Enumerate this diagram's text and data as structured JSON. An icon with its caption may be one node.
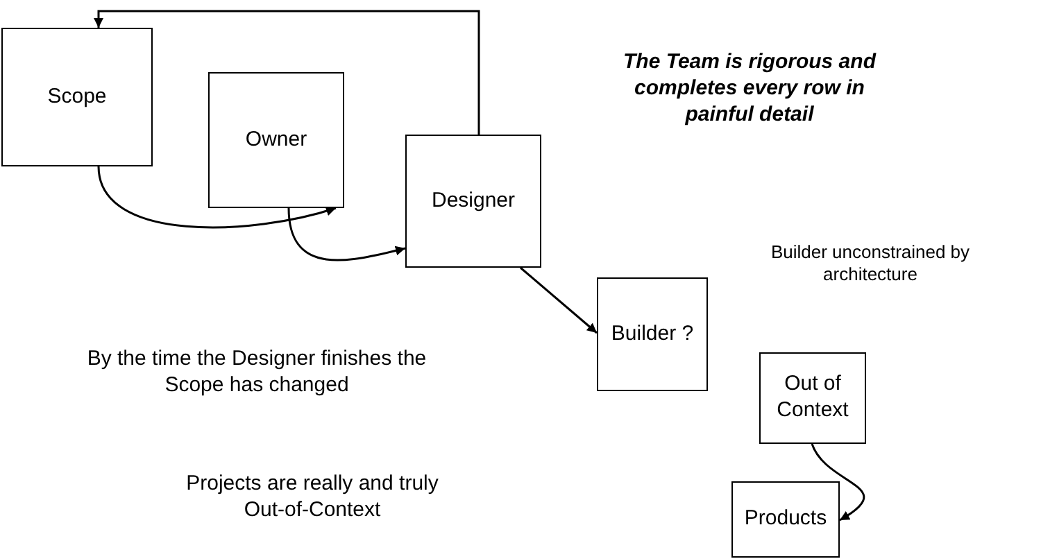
{
  "diagram": {
    "nodes": [
      {
        "text": [
          "Scope"
        ]
      },
      {
        "text": [
          "Owner"
        ]
      },
      {
        "text": [
          "Designer"
        ]
      },
      {
        "text": [
          "Builder ?"
        ]
      },
      {
        "text": [
          "Out of Context"
        ]
      },
      {
        "text": [
          "Products"
        ]
      }
    ],
    "edges": [
      {
        "from": 2,
        "to": 0,
        "arrow": "to"
      },
      {
        "from": 0,
        "to": 1,
        "arrow": "to"
      },
      {
        "from": 1,
        "to": 2,
        "arrow": "to"
      },
      {
        "from": 2,
        "to": 3,
        "arrow": "to"
      },
      {
        "from": 4,
        "to": 5,
        "arrow": "to"
      }
    ],
    "labels": [
      "The Team is rigorous and completes every row in painful detail",
      "Builder unconstrained by architecture",
      "By the time the Designer finishes the Scope has changed",
      "Projects are really and truly Out-of-Context"
    ]
  }
}
